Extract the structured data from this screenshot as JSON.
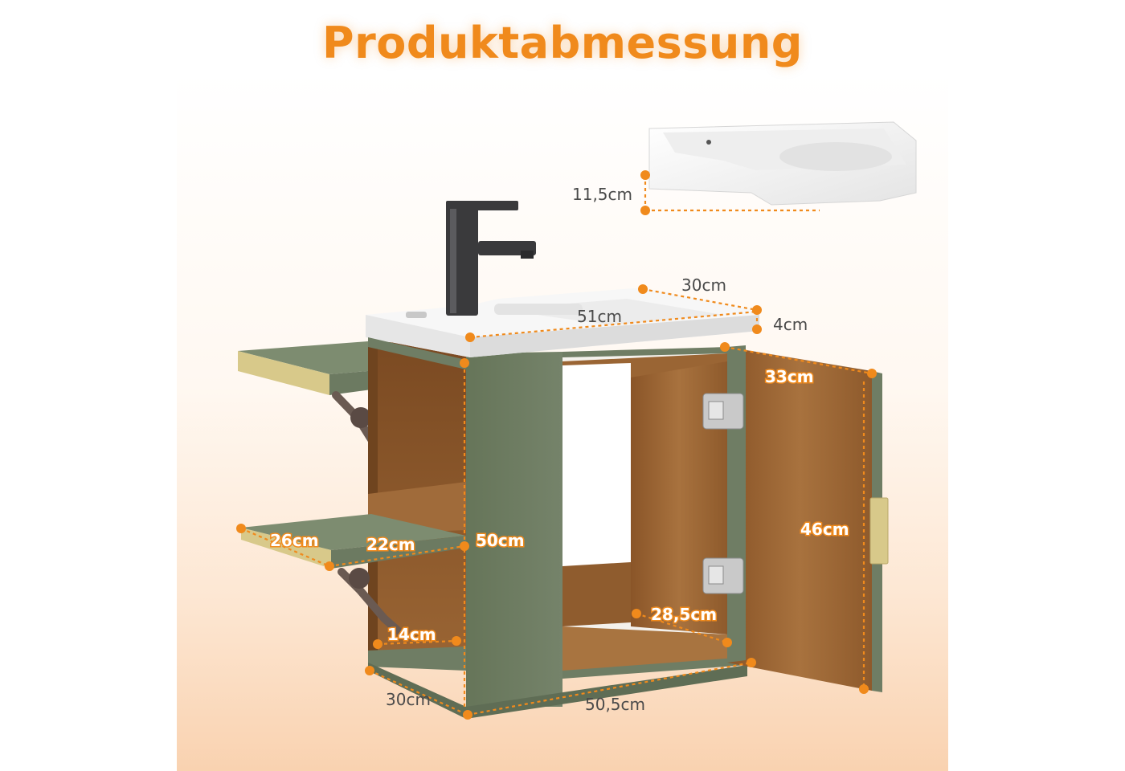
{
  "title": "Produktabmessung",
  "colors": {
    "accent": "#f08a1c",
    "cabinet_green": "#6f7d64",
    "wood": "#9a6534",
    "basin_white": "#f7f7f7",
    "faucet": "#3a3a3c",
    "handle_gold": "#d8c98a"
  },
  "dimensions": {
    "basin_height": "11,5cm",
    "top_depth": "30cm",
    "top_width": "51cm",
    "top_thickness": "4cm",
    "door_width": "33cm",
    "cabinet_height": "50cm",
    "door_height": "46cm",
    "shelf_depth": "26cm",
    "shelf_width": "22cm",
    "inner_depth": "28,5cm",
    "side_gap": "14cm",
    "base_depth": "30cm",
    "base_width": "50,5cm"
  }
}
